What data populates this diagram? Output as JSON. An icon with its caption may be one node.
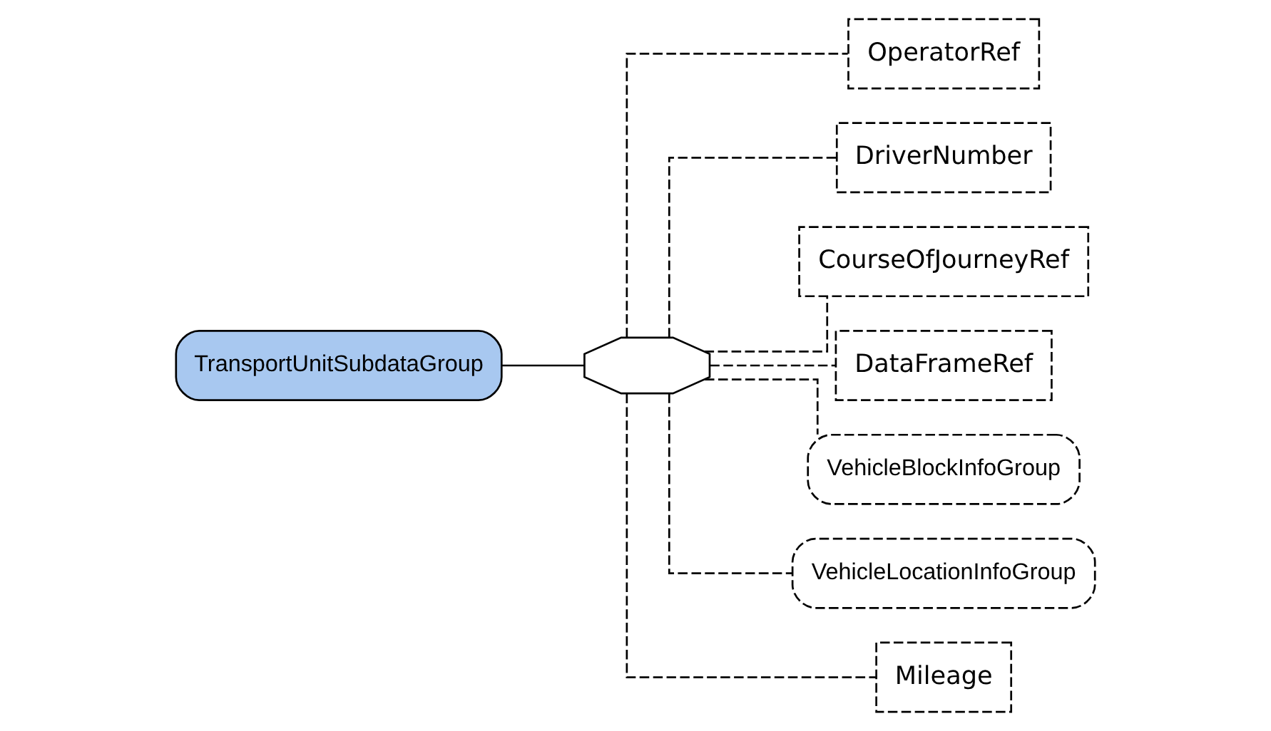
{
  "diagram": {
    "nodes": [
      {
        "text": [
          "TransportUnitSubdataGroup"
        ]
      },
      {
        "text": [],
        "shape": "octagon"
      },
      {
        "text": [
          "OperatorRef"
        ]
      },
      {
        "text": [
          "DriverNumber"
        ]
      },
      {
        "text": [
          "CourseOfJourneyRef"
        ]
      },
      {
        "text": [
          "DataFrameRef"
        ]
      },
      {
        "text": [
          "VehicleBlockInfoGroup"
        ]
      },
      {
        "text": [
          "VehicleLocationInfoGroup"
        ]
      },
      {
        "text": [
          "Mileage"
        ]
      }
    ],
    "edges": [
      {
        "from": 0,
        "to": 1,
        "arrow": "none"
      },
      {
        "from": 1,
        "to": 2,
        "arrow": "none",
        "style": "dashed"
      },
      {
        "from": 1,
        "to": 3,
        "arrow": "none",
        "style": "dashed"
      },
      {
        "from": 1,
        "to": 4,
        "arrow": "none",
        "style": "dashed"
      },
      {
        "from": 1,
        "to": 5,
        "arrow": "none",
        "style": "dashed"
      },
      {
        "from": 1,
        "to": 6,
        "arrow": "none",
        "style": "dashed"
      },
      {
        "from": 1,
        "to": 7,
        "arrow": "none",
        "style": "dashed"
      },
      {
        "from": 1,
        "to": 8,
        "arrow": "none",
        "style": "dashed"
      }
    ]
  }
}
